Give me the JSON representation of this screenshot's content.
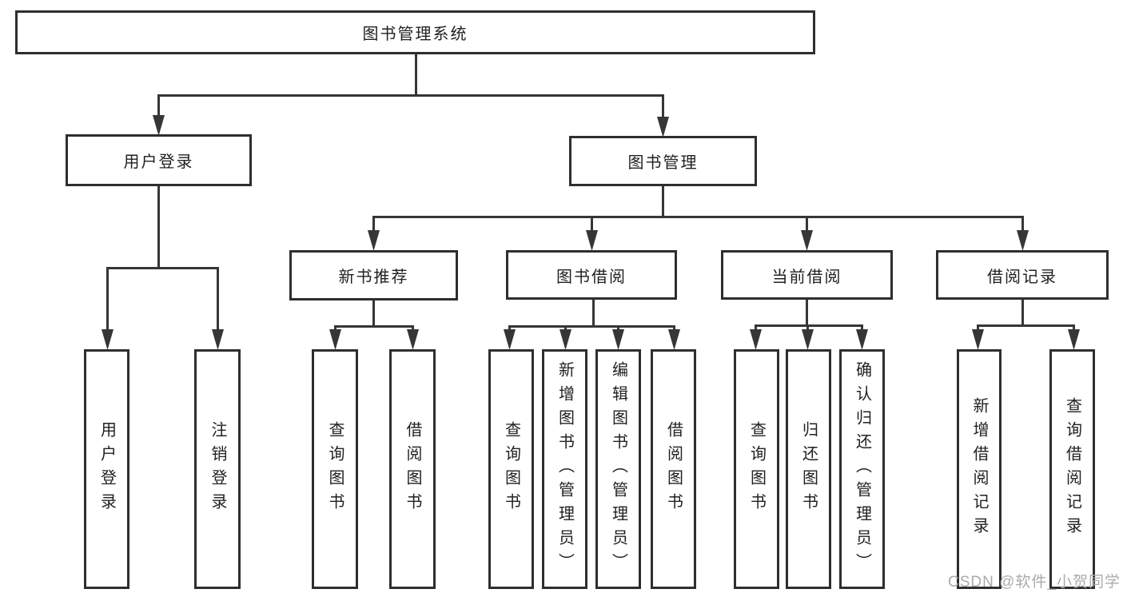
{
  "diagram": {
    "title": "图书管理系统",
    "root": {
      "label": "图书管理系统"
    },
    "level2": [
      {
        "label": "用户登录"
      },
      {
        "label": "图书管理"
      }
    ],
    "level3": [
      {
        "label": "新书推荐"
      },
      {
        "label": "图书借阅"
      },
      {
        "label": "当前借阅"
      },
      {
        "label": "借阅记录"
      }
    ],
    "leaves": [
      {
        "label": "用户登录"
      },
      {
        "label": "注销登录"
      },
      {
        "label": "查询图书"
      },
      {
        "label": "借阅图书"
      },
      {
        "label": "查询图书"
      },
      {
        "label": "新增图书（管理员）"
      },
      {
        "label": "编辑图书（管理员）"
      },
      {
        "label": "借阅图书"
      },
      {
        "label": "查询图书"
      },
      {
        "label": "归还图书"
      },
      {
        "label": "确认归还（管理员）"
      },
      {
        "label": "新增借阅记录"
      },
      {
        "label": "查询借阅记录"
      }
    ]
  },
  "watermark": {
    "text": "CSDN @软件_小贺同学"
  },
  "colors": {
    "line": "#363636",
    "border": "#2e2e2e",
    "fill": "#ffffff",
    "text": "#212121",
    "watermark": "#ababab"
  }
}
